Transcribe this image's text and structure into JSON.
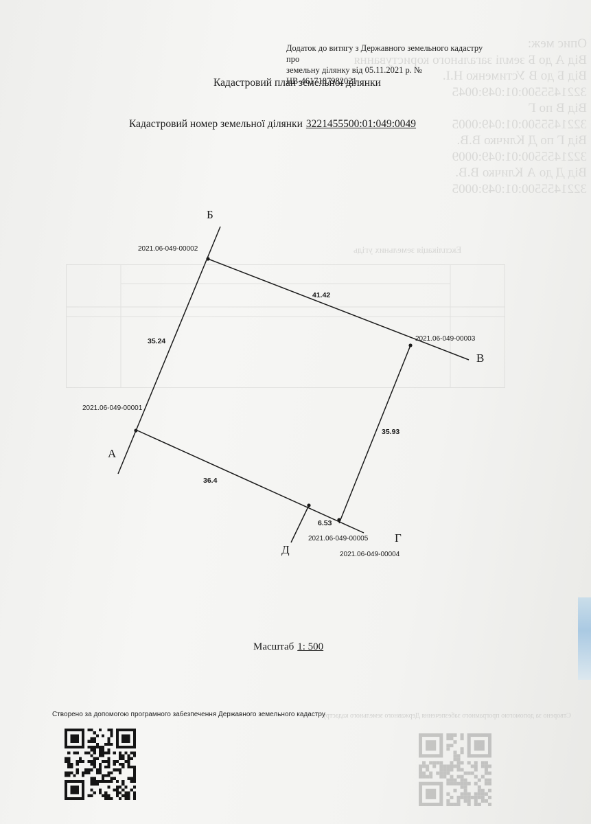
{
  "header": {
    "note_line1": "Додаток до витягу з Державного земельного кадастру про",
    "note_line2": "земельну ділянку від 05.11.2021 р. № НВ-4617187982021"
  },
  "title": "Кадастровий план земельної ділянки",
  "cadastral": {
    "label": "Кадастровий номер земельної ділянки",
    "number": "3221455500:01:049:0049"
  },
  "plan": {
    "points": [
      {
        "letter": "А",
        "code": "2021.06-049-00001"
      },
      {
        "letter": "Б",
        "code": "2021.06-049-00002"
      },
      {
        "letter": "В",
        "code": "2021.06-049-00003"
      },
      {
        "letter": "Г",
        "code": "2021.06-049-00004"
      },
      {
        "letter": "Д",
        "code": "2021.06-049-00005"
      }
    ],
    "lengths": [
      "35.24",
      "41.42",
      "35.93",
      "36.4",
      "6.53"
    ]
  },
  "scale": {
    "label": "Масштаб",
    "value": "1: 500"
  },
  "footer": {
    "text": "Створено за допомогою програмного забезпечення Державного земельного кадастру"
  },
  "bleed_through": {
    "lines": [
      "Опис меж:",
      "Від А до Б землі загального користування",
      "Від Б до В Устименко Н.І.",
      "3221455500:01:049:0045",
      "Від В по Г",
      "3221455500:01:049:0005",
      "Від Г по Д Кличко В.В.",
      "3221455500:01:049:0009",
      "Від Д до А Кличко В.В.",
      "3221455500:01:049:0005"
    ],
    "heading": "Експлікація земельних угідь"
  },
  "colors": {
    "paper": "#f3f3f1",
    "ink": "#1c1c1c",
    "ghost": "#d9d9d7"
  },
  "icons": [
    "qr-code-icon"
  ]
}
